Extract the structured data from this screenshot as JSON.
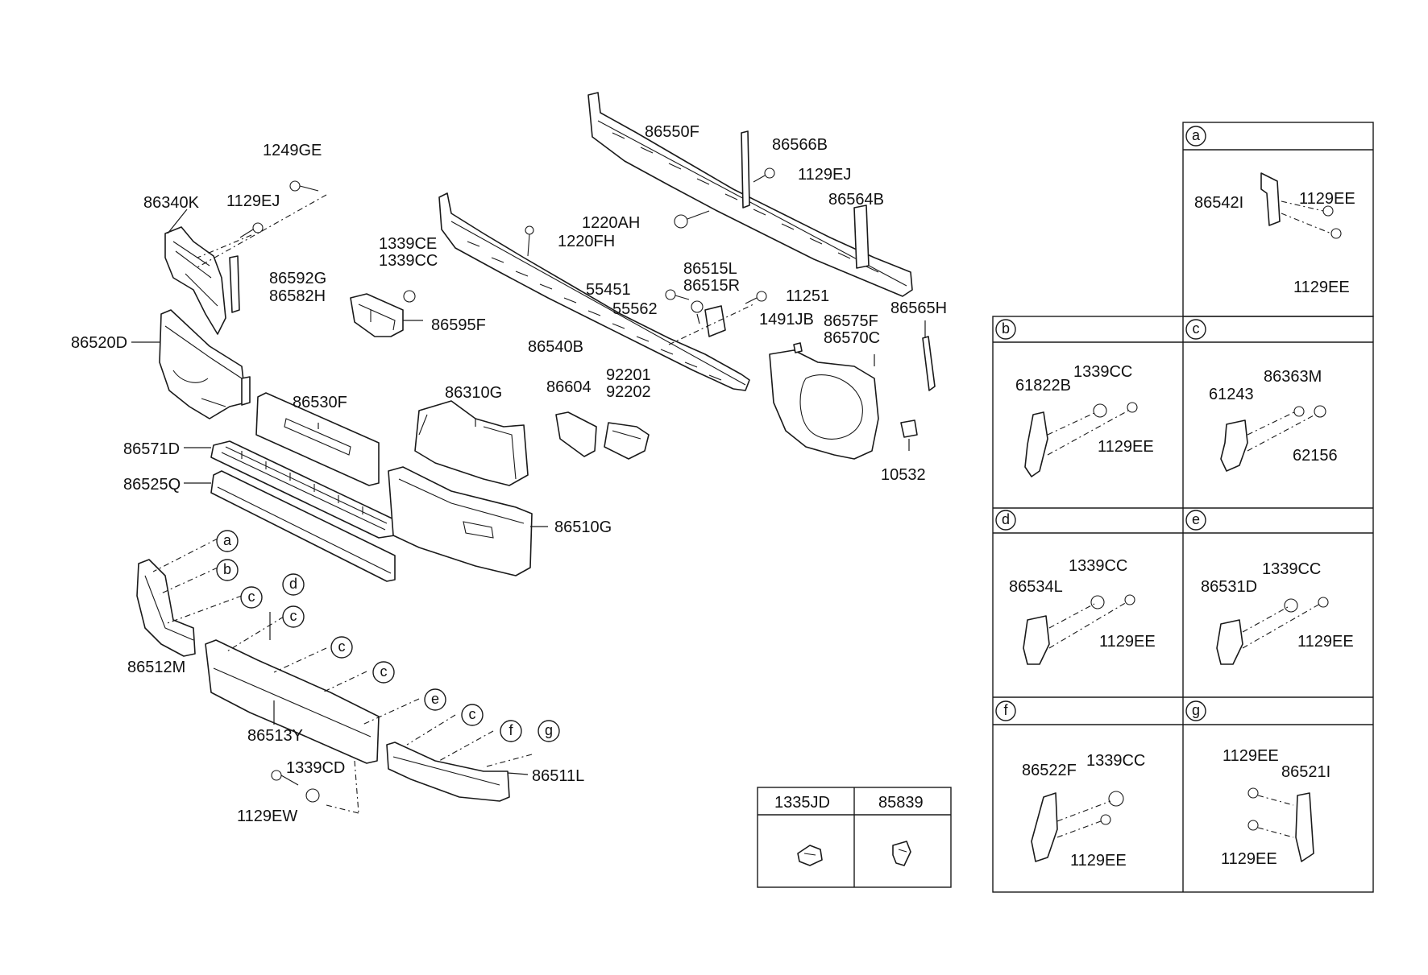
{
  "diagram": {
    "part_numbers": {
      "p1249GE": "1249GE",
      "p86340K": "86340K",
      "p1129EJ_a": "1129EJ",
      "p86592G": "86592G",
      "p86582H": "86582H",
      "p86520D": "86520D",
      "p1339CE": "1339CE",
      "p1339CC_main": "1339CC",
      "p86595F": "86595F",
      "p86550F": "86550F",
      "p86566B": "86566B",
      "p1129EJ_b": "1129EJ",
      "p86564B": "86564B",
      "p1220AH": "1220AH",
      "p1220FH": "1220FH",
      "p86515L": "86515L",
      "p86515R": "86515R",
      "p55451": "55451",
      "p11251": "11251",
      "p55562": "55562",
      "p1491JB": "1491JB",
      "p86575F": "86575F",
      "p86570C": "86570C",
      "p86565H": "86565H",
      "p86540B": "86540B",
      "p86530F": "86530F",
      "p86310G": "86310G",
      "p86604": "86604",
      "p92201": "92201",
      "p92202": "92202",
      "p86571D": "86571D",
      "p86525Q": "86525Q",
      "p86510G": "86510G",
      "p10532": "10532",
      "p86512M": "86512M",
      "p86513Y": "86513Y",
      "p1339CD": "1339CD",
      "p1129EW": "1129EW",
      "p86511L": "86511L"
    },
    "callouts": [
      "a",
      "b",
      "c",
      "c",
      "d",
      "c",
      "c",
      "e",
      "c",
      "f",
      "g"
    ],
    "clip_table": {
      "headers": [
        "1335JD",
        "85839"
      ]
    },
    "detail_panels": {
      "a": {
        "letter": "a",
        "labels": [
          "86542I",
          "1129EE",
          "1129EE"
        ]
      },
      "b": {
        "letter": "b",
        "labels": [
          "61822B",
          "1339CC",
          "1129EE"
        ]
      },
      "c": {
        "letter": "c",
        "labels": [
          "61243",
          "86363M",
          "62156"
        ]
      },
      "d": {
        "letter": "d",
        "labels": [
          "86534L",
          "1339CC",
          "1129EE"
        ]
      },
      "e": {
        "letter": "e",
        "labels": [
          "86531D",
          "1339CC",
          "1129EE"
        ]
      },
      "f": {
        "letter": "f",
        "labels": [
          "86522F",
          "1339CC",
          "1129EE"
        ]
      },
      "g": {
        "letter": "g",
        "labels": [
          "1129EE",
          "86521I",
          "1129EE"
        ]
      }
    }
  }
}
